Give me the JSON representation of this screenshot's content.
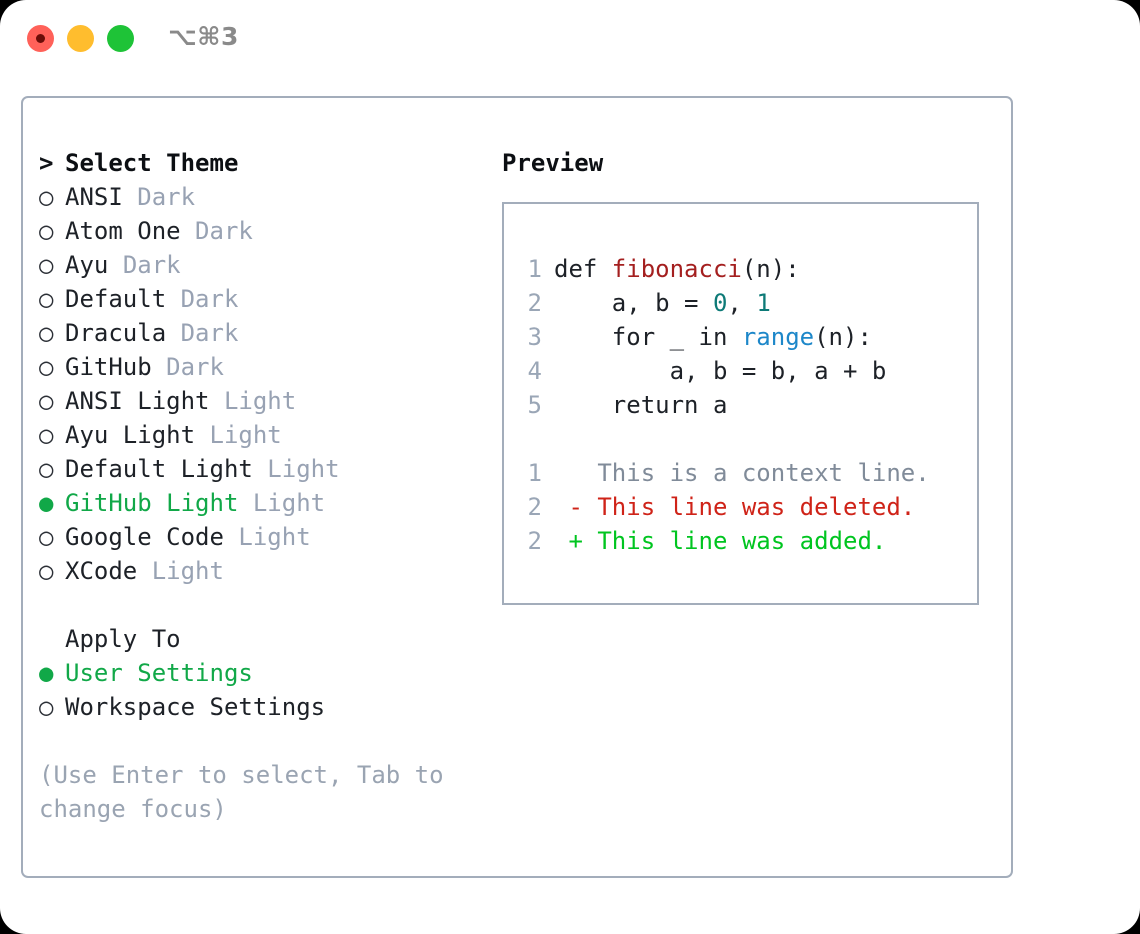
{
  "titlebar": {
    "shortcut": "⌥⌘3",
    "buttons": [
      {
        "name": "close",
        "color": "#ff6159"
      },
      {
        "name": "minimize",
        "color": "#ffbd2e"
      },
      {
        "name": "maximize",
        "color": "#1ec337"
      }
    ]
  },
  "theme_picker": {
    "header_marker": ">",
    "header": "Select Theme",
    "radio_off": "○",
    "radio_on": "●",
    "items": [
      {
        "name": "ANSI",
        "variant": "Dark",
        "selected": false
      },
      {
        "name": "Atom One",
        "variant": "Dark",
        "selected": false
      },
      {
        "name": "Ayu",
        "variant": "Dark",
        "selected": false
      },
      {
        "name": "Default",
        "variant": "Dark",
        "selected": false
      },
      {
        "name": "Dracula",
        "variant": "Dark",
        "selected": false
      },
      {
        "name": "GitHub",
        "variant": "Dark",
        "selected": false
      },
      {
        "name": "ANSI Light",
        "variant": "Light",
        "selected": false
      },
      {
        "name": "Ayu Light",
        "variant": "Light",
        "selected": false
      },
      {
        "name": "Default Light",
        "variant": "Light",
        "selected": false
      },
      {
        "name": "GitHub Light",
        "variant": "Light",
        "selected": true
      },
      {
        "name": "Google Code",
        "variant": "Light",
        "selected": false
      },
      {
        "name": "XCode",
        "variant": "Light",
        "selected": false
      }
    ]
  },
  "apply_to": {
    "header": "Apply To",
    "options": [
      {
        "name": "User Settings",
        "selected": true
      },
      {
        "name": "Workspace Settings",
        "selected": false
      }
    ]
  },
  "hint": "(Use Enter to select, Tab to change focus)",
  "preview": {
    "title": "Preview",
    "code_lines": [
      {
        "num": "1",
        "tokens": [
          {
            "text": "def ",
            "kind": "plain"
          },
          {
            "text": "fibonacci",
            "kind": "func"
          },
          {
            "text": "(n):",
            "kind": "plain"
          }
        ]
      },
      {
        "num": "2",
        "tokens": [
          {
            "text": "    a, b = ",
            "kind": "plain"
          },
          {
            "text": "0",
            "kind": "num"
          },
          {
            "text": ", ",
            "kind": "plain"
          },
          {
            "text": "1",
            "kind": "num"
          }
        ]
      },
      {
        "num": "3",
        "tokens": [
          {
            "text": "    for _ in ",
            "kind": "plain"
          },
          {
            "text": "range",
            "kind": "call"
          },
          {
            "text": "(n):",
            "kind": "plain"
          }
        ]
      },
      {
        "num": "4",
        "tokens": [
          {
            "text": "        a, b = b, a + b",
            "kind": "plain"
          }
        ]
      },
      {
        "num": "5",
        "tokens": [
          {
            "text": "    return a",
            "kind": "plain"
          }
        ]
      }
    ],
    "diff_lines": [
      {
        "num": "1",
        "marker": " ",
        "text": "This is a context line.",
        "kind": "ctx"
      },
      {
        "num": "2",
        "marker": "-",
        "text": "This line was deleted.",
        "kind": "del"
      },
      {
        "num": "2",
        "marker": "+",
        "text": "This line was added.",
        "kind": "add"
      }
    ]
  },
  "colors": {
    "accent_green": "#11a848",
    "border": "#a3adbb",
    "muted": "#98a2b3",
    "diff_add": "#00c520",
    "diff_del": "#cf2318",
    "func": "#a41f1f",
    "num": "#0d7a77",
    "call": "#1d87c9"
  }
}
